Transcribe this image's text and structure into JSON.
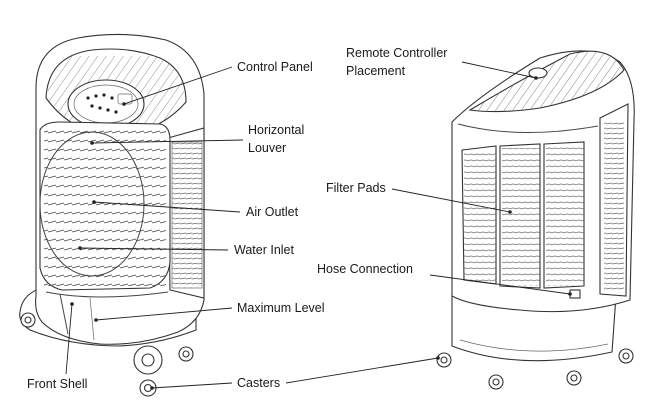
{
  "labels": {
    "control_panel": "Control Panel",
    "horizontal_louver_1": "Horizontal",
    "horizontal_louver_2": "Louver",
    "air_outlet": "Air Outlet",
    "water_inlet": "Water Inlet",
    "maximum_level": "Maximum Level",
    "front_shell": "Front Shell",
    "casters": "Casters",
    "remote_controller_1": "Remote Controller",
    "remote_controller_2": "Placement",
    "filter_pads": "Filter Pads",
    "hose_connection": "Hose Connection"
  }
}
